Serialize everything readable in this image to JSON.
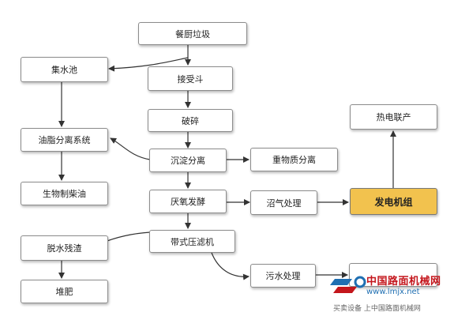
{
  "diagram": {
    "nodes": {
      "kitchen_waste": "餐厨垃圾",
      "receiving_hopper": "接受斗",
      "water_tank": "集水池",
      "crushing": "破碎",
      "oil_separation": "油脂分离系统",
      "sedimentation": "沉淀分离",
      "heavy_separation": "重物质分离",
      "biodiesel": "生物制柴油",
      "anaerobic": "厌氧发酵",
      "biogas": "沼气处理",
      "generator": "发电机组",
      "chp": "热电联产",
      "belt_filter": "带式压滤机",
      "dewatered_residue": "脱水残渣",
      "wastewater": "污水处理",
      "compost": "堆肥"
    },
    "colors": {
      "highlight": "#f2c24e",
      "arrow": "#333333"
    }
  },
  "watermark": {
    "title": "中国路面机械网",
    "url": "www.lmjx.net",
    "tagline": "买卖设备 上中国路面机械网"
  }
}
